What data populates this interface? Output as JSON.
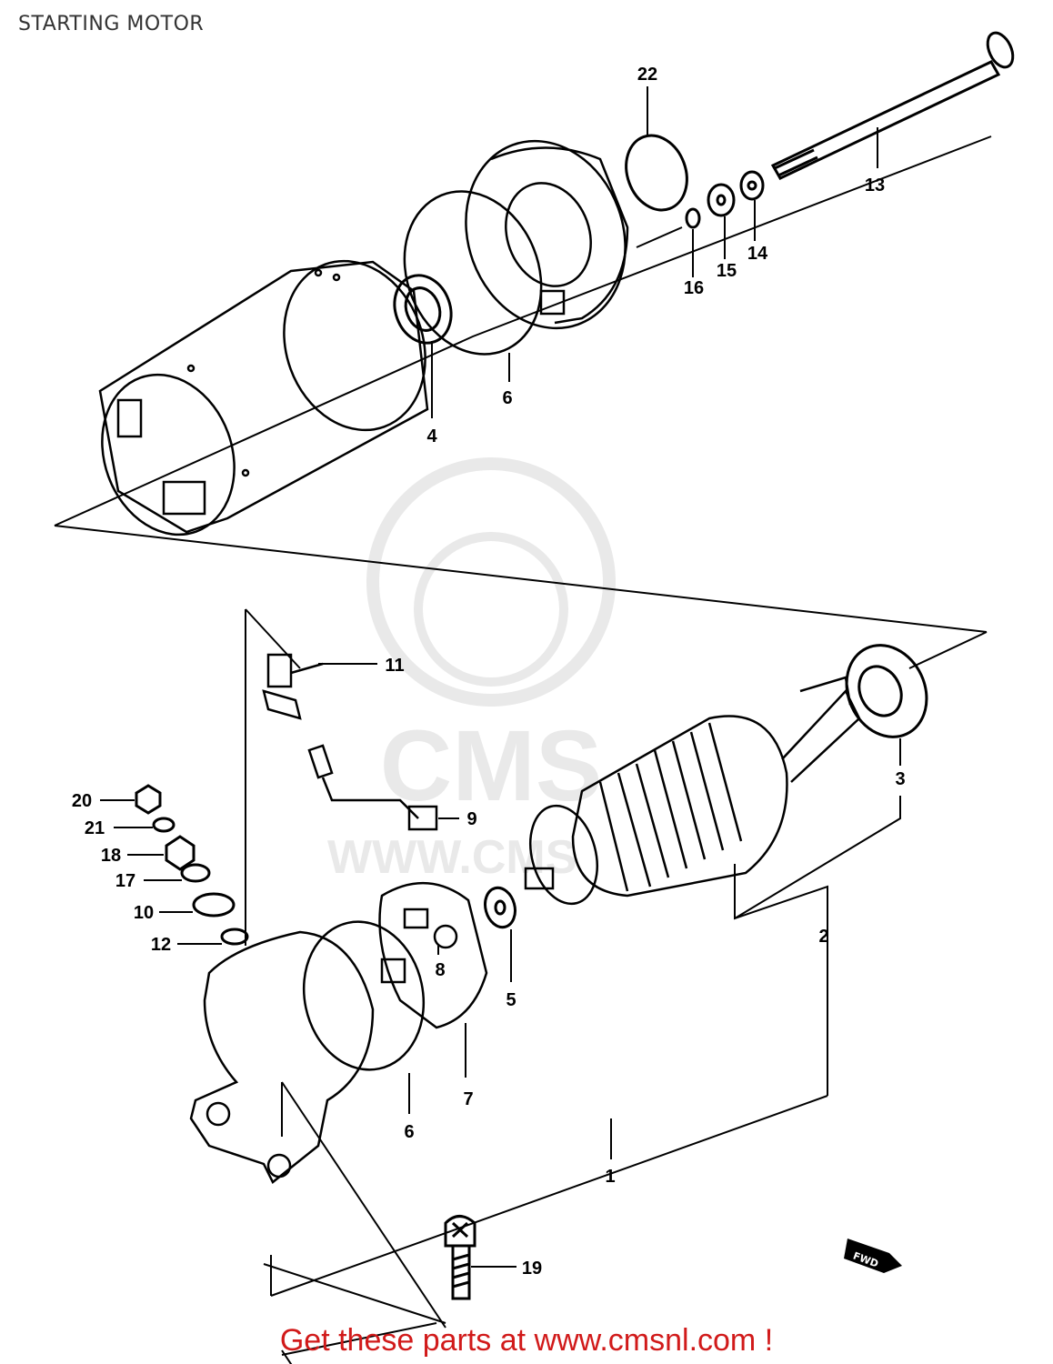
{
  "page": {
    "title": "STARTING MOTOR",
    "footer_link_text": "Get these parts at www.cmsnl.com !"
  },
  "watermark": {
    "logo_text": "CMS",
    "url_text": "WWW.CMS"
  },
  "colors": {
    "line": "#000000",
    "footer_link": "#d11a1a",
    "watermark": "#e9e9e9",
    "title": "#333333"
  },
  "parts": [
    {
      "id": "label-22",
      "text": "22"
    },
    {
      "id": "label-13",
      "text": "13"
    },
    {
      "id": "label-16",
      "text": "16"
    },
    {
      "id": "label-15",
      "text": "15"
    },
    {
      "id": "label-14",
      "text": "14"
    },
    {
      "id": "label-6a",
      "text": "6"
    },
    {
      "id": "label-4",
      "text": "4"
    },
    {
      "id": "label-11",
      "text": "11"
    },
    {
      "id": "label-3",
      "text": "3"
    },
    {
      "id": "label-9",
      "text": "9"
    },
    {
      "id": "label-20",
      "text": "20"
    },
    {
      "id": "label-21",
      "text": "21"
    },
    {
      "id": "label-18",
      "text": "18"
    },
    {
      "id": "label-17",
      "text": "17"
    },
    {
      "id": "label-10",
      "text": "10"
    },
    {
      "id": "label-12",
      "text": "12"
    },
    {
      "id": "label-8",
      "text": "8"
    },
    {
      "id": "label-5",
      "text": "5"
    },
    {
      "id": "label-2",
      "text": "2"
    },
    {
      "id": "label-7",
      "text": "7"
    },
    {
      "id": "label-6b",
      "text": "6"
    },
    {
      "id": "label-1",
      "text": "1"
    },
    {
      "id": "label-19",
      "text": "19"
    }
  ],
  "fwd_badge": {
    "text": "FWD"
  }
}
